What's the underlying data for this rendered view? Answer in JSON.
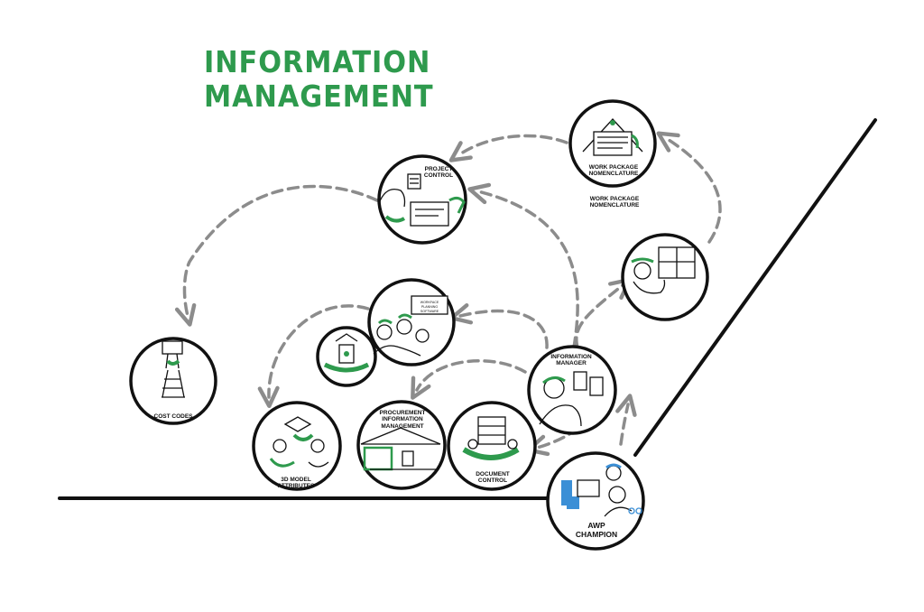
{
  "title": {
    "line1": "INFORMATION",
    "line2": "MANAGEMENT"
  },
  "colors": {
    "accent": "#2e9a4d",
    "ink": "#111111",
    "arrow": "#8c8c8c",
    "blue": "#3b8fd6"
  },
  "nodes": {
    "work_package": {
      "label1": "WORK PACKAGE",
      "label2": "NOMENCLATURE",
      "icon": "house-documents-icon"
    },
    "work_package_caption": {
      "label1": "WORK PACKAGE",
      "label2": "NOMENCLATURE"
    },
    "project_control": {
      "label1": "PROJECT",
      "label2": "CONTROL",
      "icon": "calculator-person-icon"
    },
    "planner": {
      "icon": "person-planning-icon"
    },
    "scheduling": {
      "label1": "WORKFACE",
      "label2": "PLANNING",
      "label3": "SOFTWARE",
      "icon": "team-board-icon"
    },
    "island": {
      "icon": "island-structure-icon"
    },
    "cost_codes": {
      "label1": "COST CODES",
      "icon": "person-on-ladder-icon"
    },
    "information_manager": {
      "label1": "INFORMATION",
      "label2": "MANAGER",
      "icon": "person-documents-icon"
    },
    "model_attributes": {
      "label1": "3D MODEL",
      "label2": "ATTRIBUTES",
      "icon": "people-3d-model-icon"
    },
    "procurement": {
      "label1": "PROCUREMENT",
      "label2": "INFORMATION",
      "label3": "MANAGEMENT",
      "icon": "warehouse-icon"
    },
    "document_control": {
      "label1": "DOCUMENT",
      "label2": "CONTROL",
      "icon": "filing-cabinet-icon"
    },
    "awp_champion": {
      "label1": "AWP",
      "label2": "CHAMPION",
      "icon": "captain-ship-icon"
    }
  }
}
